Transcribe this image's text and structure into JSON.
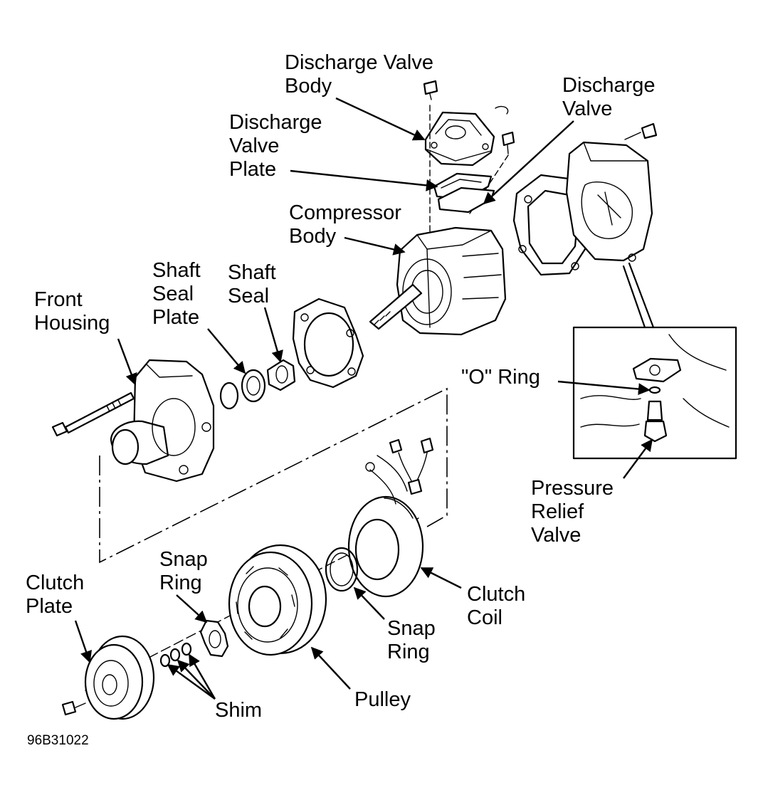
{
  "figure_id": "96B31022",
  "labels": {
    "discharge_valve_body": [
      "Discharge Valve",
      "Body"
    ],
    "discharge_valve": [
      "Discharge",
      "Valve"
    ],
    "discharge_valve_plate": [
      "Discharge",
      "Valve",
      "Plate"
    ],
    "compressor_body": [
      "Compressor",
      "Body"
    ],
    "shaft_seal_plate": [
      "Shaft",
      "Seal",
      "Plate"
    ],
    "shaft_seal": [
      "Shaft",
      "Seal"
    ],
    "front_housing": [
      "Front",
      "Housing"
    ],
    "o_ring": [
      "\"O\" Ring"
    ],
    "pressure_relief_valve": [
      "Pressure",
      "Relief",
      "Valve"
    ],
    "clutch_plate": [
      "Clutch",
      "Plate"
    ],
    "snap_ring_left": [
      "Snap",
      "Ring"
    ],
    "snap_ring_right": [
      "Snap",
      "Ring"
    ],
    "clutch_coil": [
      "Clutch",
      "Coil"
    ],
    "shim": [
      "Shim"
    ],
    "pulley": [
      "Pulley"
    ]
  }
}
